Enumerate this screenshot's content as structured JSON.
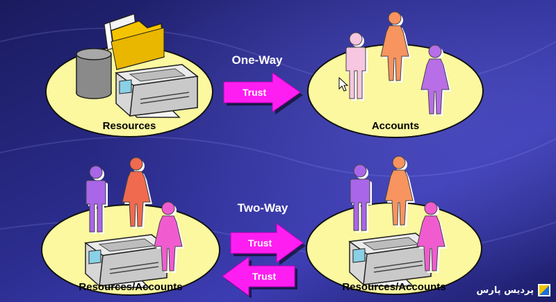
{
  "headings": {
    "one_way": "One-Way",
    "two_way": "Two-Way"
  },
  "labels": {
    "resources": "Resources",
    "accounts": "Accounts",
    "resources_accounts_left": "Resources/Accounts",
    "resources_accounts_right": "Resources/Accounts"
  },
  "arrows": {
    "one_way_trust": "Trust",
    "two_way_trust_right": "Trust",
    "two_way_trust_left": "Trust"
  },
  "watermark": {
    "text": "پردیس پارس"
  },
  "colors": {
    "background_dark": "#12134a",
    "background_mid": "#3a3aa8",
    "ellipse_fill": "#fbf8a0",
    "arrow_fill": "#ff1ef2",
    "person_pink": "#f7c6e0",
    "person_orange": "#f7945f",
    "person_purple": "#b86ee6",
    "person_red_orange": "#f06a4f",
    "person_magenta": "#f05ccf",
    "person_violet": "#a966e8"
  }
}
